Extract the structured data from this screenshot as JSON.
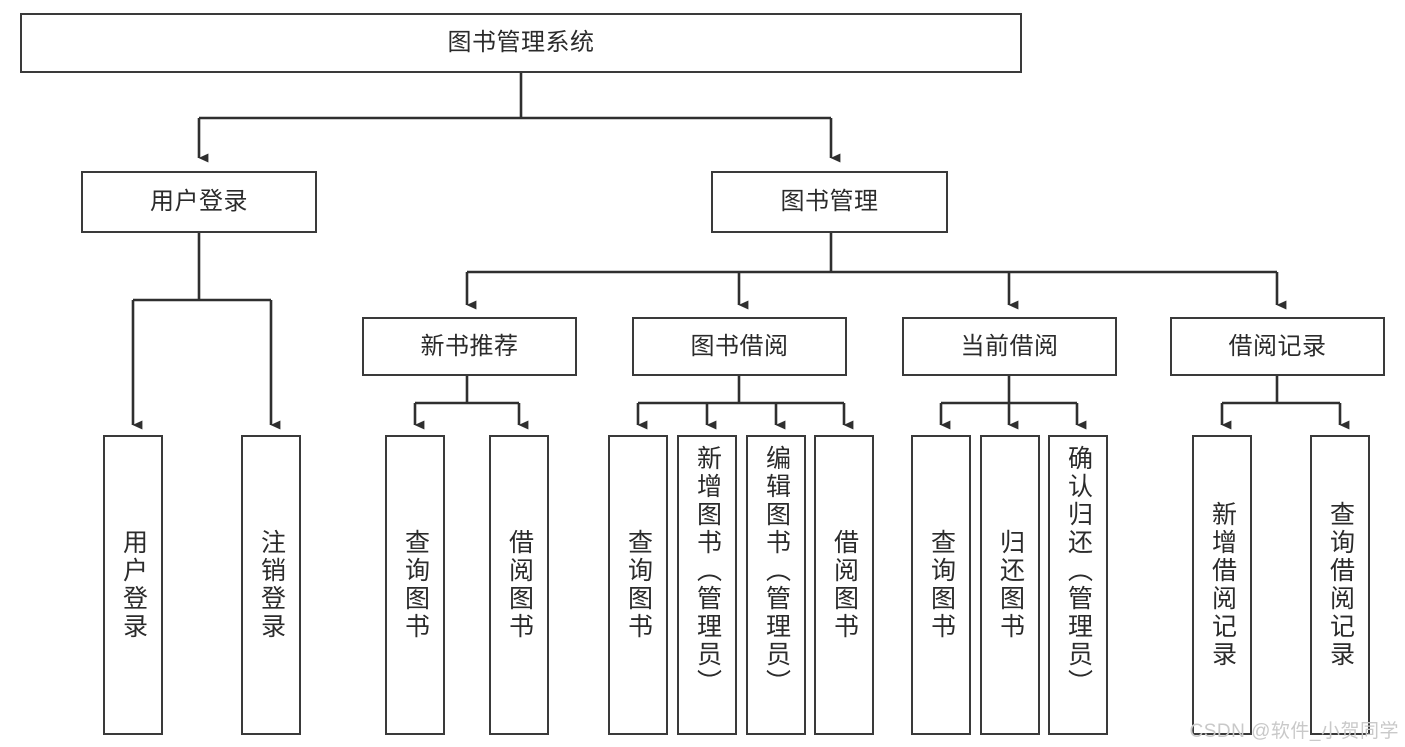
{
  "diagram": {
    "type": "tree-hierarchy-chart",
    "title": "图书管理系统",
    "colors": {
      "box_stroke": "#3a3a3a",
      "box_fill": "#ffffff",
      "connector": "#2f2f2f",
      "text": "#2b2b2b",
      "watermark": "#c9c9c9"
    },
    "root": {
      "id": "root",
      "label": "图书管理系统"
    },
    "level2": [
      {
        "id": "user-login",
        "label": "用户登录"
      },
      {
        "id": "book-management",
        "label": "图书管理"
      }
    ],
    "level3": [
      {
        "id": "new-book-recommend",
        "label": "新书推荐",
        "parent": "book-management"
      },
      {
        "id": "book-borrow",
        "label": "图书借阅",
        "parent": "book-management"
      },
      {
        "id": "current-borrow",
        "label": "当前借阅",
        "parent": "book-management"
      },
      {
        "id": "borrow-record",
        "label": "借阅记录",
        "parent": "book-management"
      }
    ],
    "leaves": {
      "user_login": [
        {
          "id": "leaf-user-login",
          "label": "用户登录"
        },
        {
          "id": "leaf-logout-login",
          "label": "注销登录"
        }
      ],
      "new_book_recommend": [
        {
          "id": "leaf-query-book-1",
          "label": "查询图书"
        },
        {
          "id": "leaf-borrow-book-1",
          "label": "借阅图书"
        }
      ],
      "book_borrow": [
        {
          "id": "leaf-query-book-2",
          "label": "查询图书"
        },
        {
          "id": "leaf-add-book",
          "label": "新增图书（管理员）"
        },
        {
          "id": "leaf-edit-book",
          "label": "编辑图书（管理员）"
        },
        {
          "id": "leaf-borrow-book-2",
          "label": "借阅图书"
        }
      ],
      "current_borrow": [
        {
          "id": "leaf-query-book-3",
          "label": "查询图书"
        },
        {
          "id": "leaf-return-book",
          "label": "归还图书"
        },
        {
          "id": "leaf-confirm-return",
          "label": "确认归还（管理员）"
        }
      ],
      "borrow_record": [
        {
          "id": "leaf-add-borrow-record",
          "label": "新增借阅记录"
        },
        {
          "id": "leaf-query-borrow-record",
          "label": "查询借阅记录"
        }
      ]
    },
    "watermark": "CSDN @软件_小贺同学"
  }
}
